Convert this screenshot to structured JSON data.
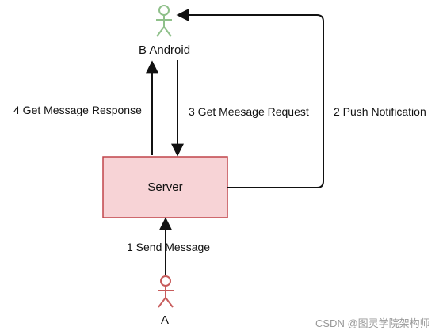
{
  "actors": {
    "b": {
      "label": "B Android",
      "color": "#8fc08a"
    },
    "a": {
      "label": "A",
      "color": "#c75b5b"
    }
  },
  "server": {
    "label": "Server",
    "fill": "#f7d3d6",
    "border": "#c0444a"
  },
  "edges": {
    "send_message": "1 Send Message",
    "push_notification": "2 Push Notification",
    "get_request": "3 Get Meesage Request",
    "get_response": "4 Get Message Response"
  },
  "watermark": "CSDN @图灵学院架构师"
}
